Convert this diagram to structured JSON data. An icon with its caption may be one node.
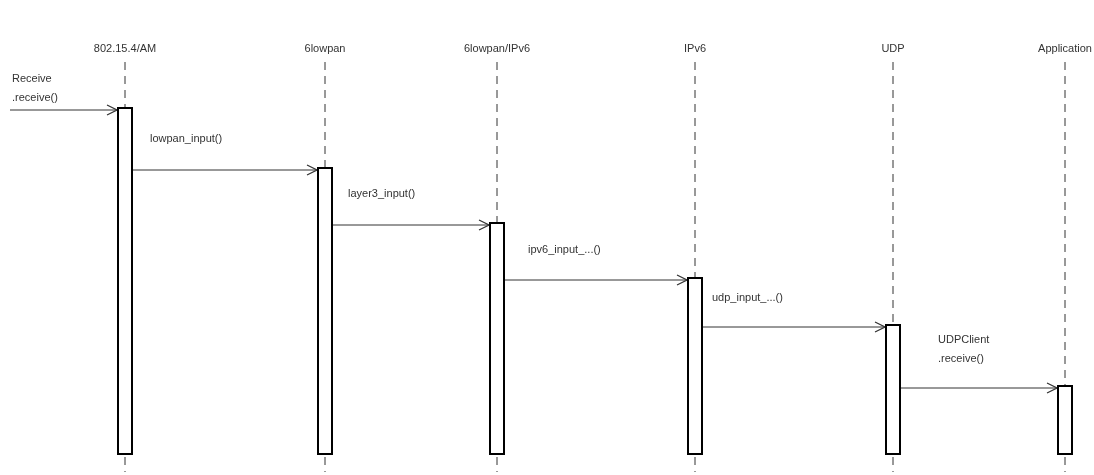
{
  "diagram": {
    "nodes": [
      {
        "text": [
          "802.15.4/AM"
        ]
      },
      {
        "text": [
          "6lowpan"
        ]
      },
      {
        "text": [
          "6lowpan/IPv6"
        ]
      },
      {
        "text": [
          "IPv6"
        ]
      },
      {
        "text": [
          "UDP"
        ]
      },
      {
        "text": [
          "Application"
        ]
      },
      {
        "text": [],
        "shape": "bar"
      },
      {
        "text": [],
        "shape": "bar"
      },
      {
        "text": [],
        "shape": "bar"
      },
      {
        "text": [],
        "shape": "bar"
      },
      {
        "text": [],
        "shape": "bar"
      },
      {
        "text": [],
        "shape": "bar"
      }
    ],
    "edges": [
      {
        "from": 0,
        "to": 6,
        "arrow": "none",
        "style": "dashed"
      },
      {
        "from": 1,
        "to": 7,
        "arrow": "none",
        "style": "dashed"
      },
      {
        "from": 2,
        "to": 8,
        "arrow": "none",
        "style": "dashed"
      },
      {
        "from": 3,
        "to": 9,
        "arrow": "none",
        "style": "dashed"
      },
      {
        "from": 4,
        "to": 10,
        "arrow": "none",
        "style": "dashed"
      },
      {
        "from": 5,
        "to": 11,
        "arrow": "none",
        "style": "dashed"
      },
      {
        "from": null,
        "to": 6,
        "arrow": "to",
        "label": "Receive .receive()"
      },
      {
        "from": 6,
        "to": 7,
        "arrow": "to",
        "label": "lowpan_input()"
      },
      {
        "from": 7,
        "to": 8,
        "arrow": "to",
        "label": "layer3_input()"
      },
      {
        "from": 8,
        "to": 9,
        "arrow": "to",
        "label": "ipv6_input_...()"
      },
      {
        "from": 9,
        "to": 10,
        "arrow": "to",
        "label": "udp_input_...()"
      },
      {
        "from": 10,
        "to": 11,
        "arrow": "to",
        "label": "UDPClient .receive()"
      }
    ]
  }
}
